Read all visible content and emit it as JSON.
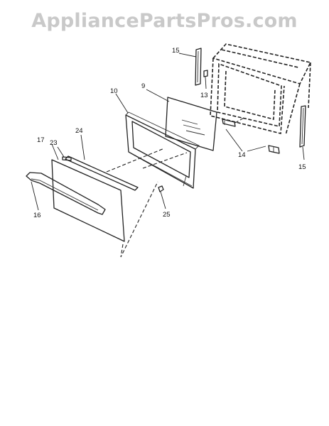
{
  "watermark": "AppliancePartsPros.com",
  "parts": [
    {
      "id": "p15a",
      "label": "15"
    },
    {
      "id": "p13",
      "label": "13"
    },
    {
      "id": "p10",
      "label": "10"
    },
    {
      "id": "p9",
      "label": "9"
    },
    {
      "id": "p14",
      "label": "14"
    },
    {
      "id": "p15b",
      "label": "15"
    },
    {
      "id": "p17",
      "label": "17"
    },
    {
      "id": "p23",
      "label": "23"
    },
    {
      "id": "p24",
      "label": "24"
    },
    {
      "id": "p16",
      "label": "16"
    },
    {
      "id": "p25",
      "label": "25"
    }
  ]
}
